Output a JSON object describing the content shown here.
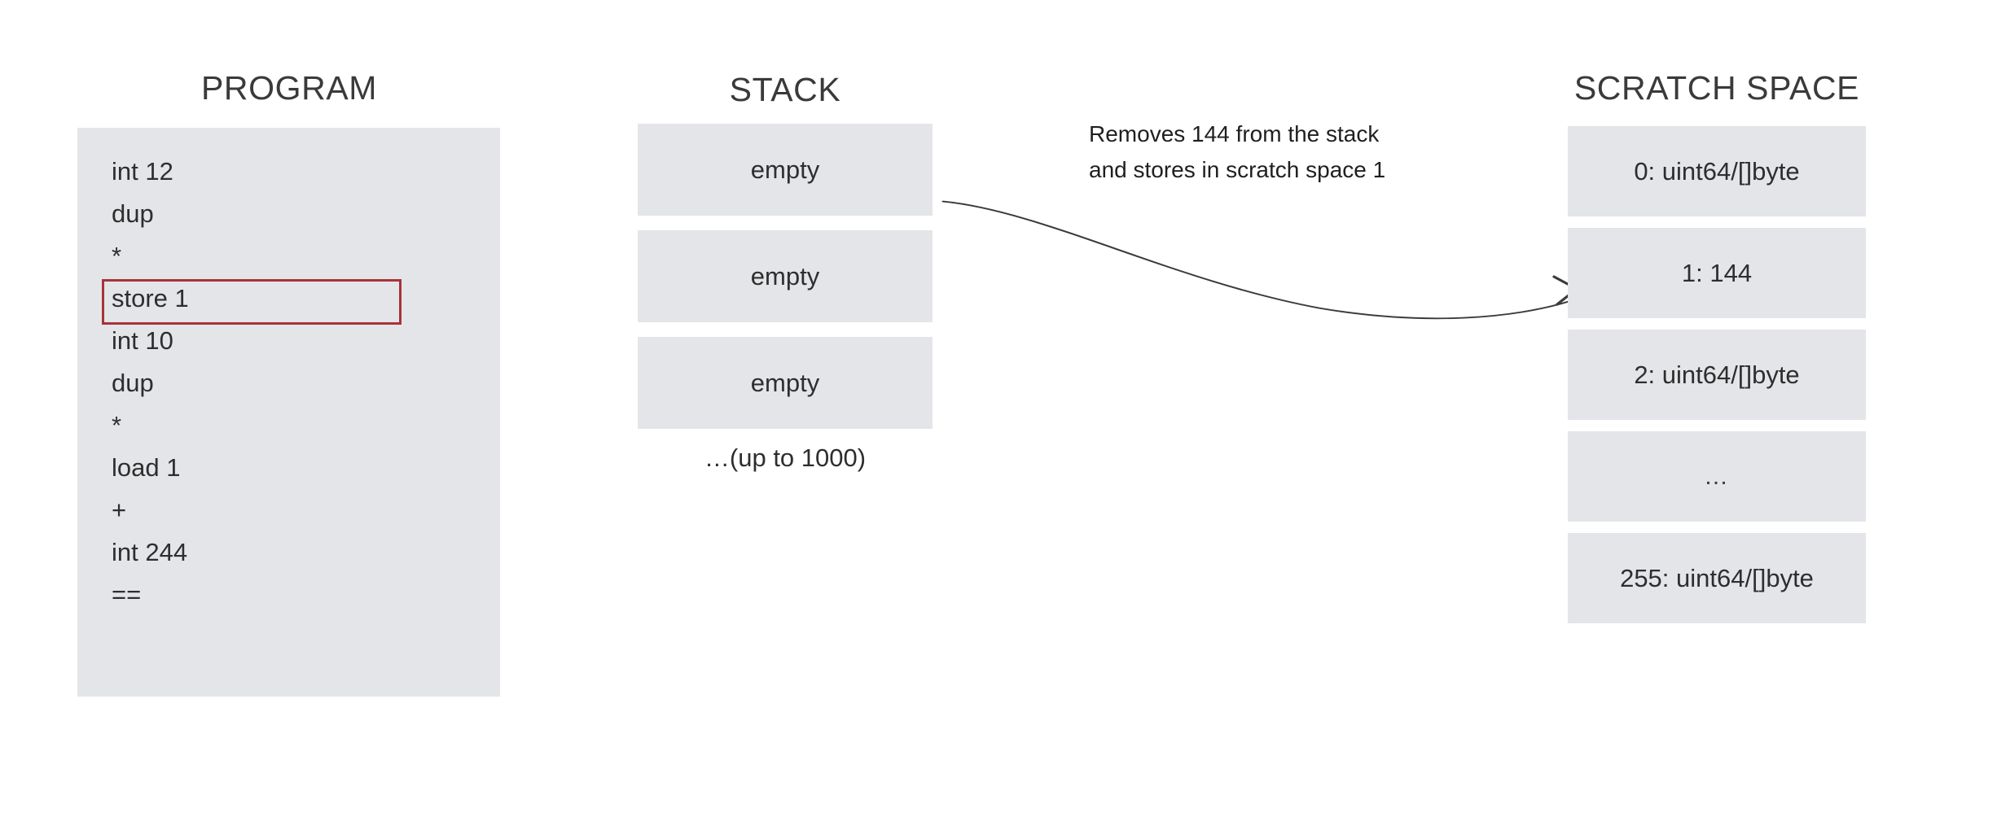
{
  "diagram": {
    "title_program": "PROGRAM",
    "title_stack": "STACK",
    "title_scratch": "SCRATCH SPACE",
    "accent_highlight_color": "#a6333c",
    "cell_bg_color": "#e4e5e9",
    "text_color": "#2e2e2e",
    "arrow_color": "#3b3b3b"
  },
  "program": {
    "lines": [
      {
        "text": "int 12",
        "highlighted": false
      },
      {
        "text": "dup",
        "highlighted": false
      },
      {
        "text": "*",
        "highlighted": false
      },
      {
        "text": "store 1",
        "highlighted": true
      },
      {
        "text": "int 10",
        "highlighted": false
      },
      {
        "text": "dup",
        "highlighted": false
      },
      {
        "text": "*",
        "highlighted": false
      },
      {
        "text": "load 1",
        "highlighted": false
      },
      {
        "text": "+",
        "highlighted": false
      },
      {
        "text": "int 244",
        "highlighted": false
      },
      {
        "text": "==",
        "highlighted": false
      }
    ]
  },
  "stack": {
    "cells": [
      "empty",
      "empty",
      "empty"
    ],
    "note": "…(up to 1000)"
  },
  "scratch": {
    "cells": [
      "0: uint64/[]byte",
      "1: 144",
      "2: uint64/[]byte",
      "…",
      "255: uint64/[]byte"
    ]
  },
  "annotation": {
    "line1": "Removes 144 from the stack",
    "line2": "and stores in scratch space 1"
  }
}
